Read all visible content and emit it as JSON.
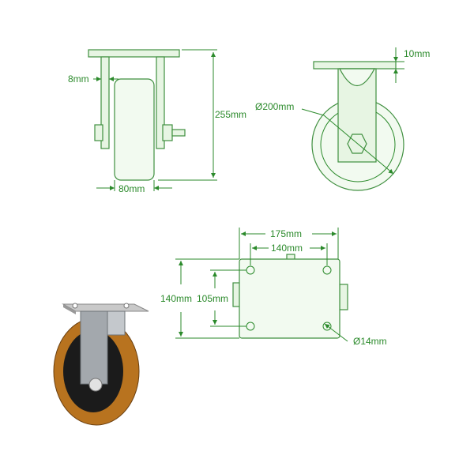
{
  "dimensions": {
    "bracket_thickness": "8mm",
    "overall_height": "255mm",
    "wheel_width": "80mm",
    "plate_thickness": "10mm",
    "wheel_diameter": "Ø200mm",
    "plate_width": "175mm",
    "hole_spacing_x": "140mm",
    "plate_depth": "140mm",
    "hole_spacing_y": "105mm",
    "hole_diameter": "Ø14mm"
  },
  "colors": {
    "line": "#2b8a2b",
    "fill": "#e7f5e3",
    "tyre": "#b8731f",
    "center": "#1b1b1b"
  }
}
